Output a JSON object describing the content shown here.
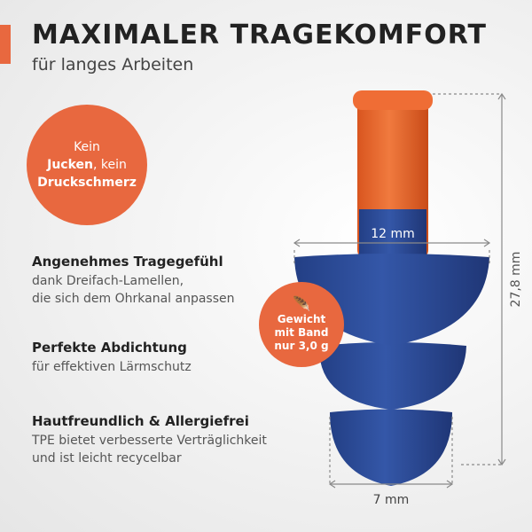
{
  "header": {
    "title": "MAXIMALER TRAGEKOMFORT",
    "subtitle": "für langes Arbeiten"
  },
  "badge": {
    "line1": "Kein",
    "line2_bold": "Jucken",
    "line2_rest": ", kein",
    "line3_bold": "Druckschmerz"
  },
  "weight_badge": {
    "line1": "Gewicht",
    "line2": "mit Band",
    "line3": "nur 3,0 g",
    "icon": "feather-icon"
  },
  "features": [
    {
      "title": "Angenehmes Tragegefühl",
      "desc1": "dank Dreifach-Lamellen,",
      "desc2": "die sich dem Ohrkanal anpassen"
    },
    {
      "title": "Perfekte  Abdichtung",
      "desc1": "für effektiven Lärmschutz"
    },
    {
      "title": "Hautfreundlich & Allergiefrei",
      "desc1": "TPE bietet verbesserte Verträglichkeit",
      "desc2": "und ist leicht recycelbar"
    }
  ],
  "dimensions": {
    "width_top": "12 mm",
    "height": "27,8 mm",
    "width_bottom": "7 mm"
  },
  "colors": {
    "accent": "#e8683f",
    "stem_orange": "#ee6a32",
    "blue": "#2f4f9c",
    "text": "#222222"
  }
}
